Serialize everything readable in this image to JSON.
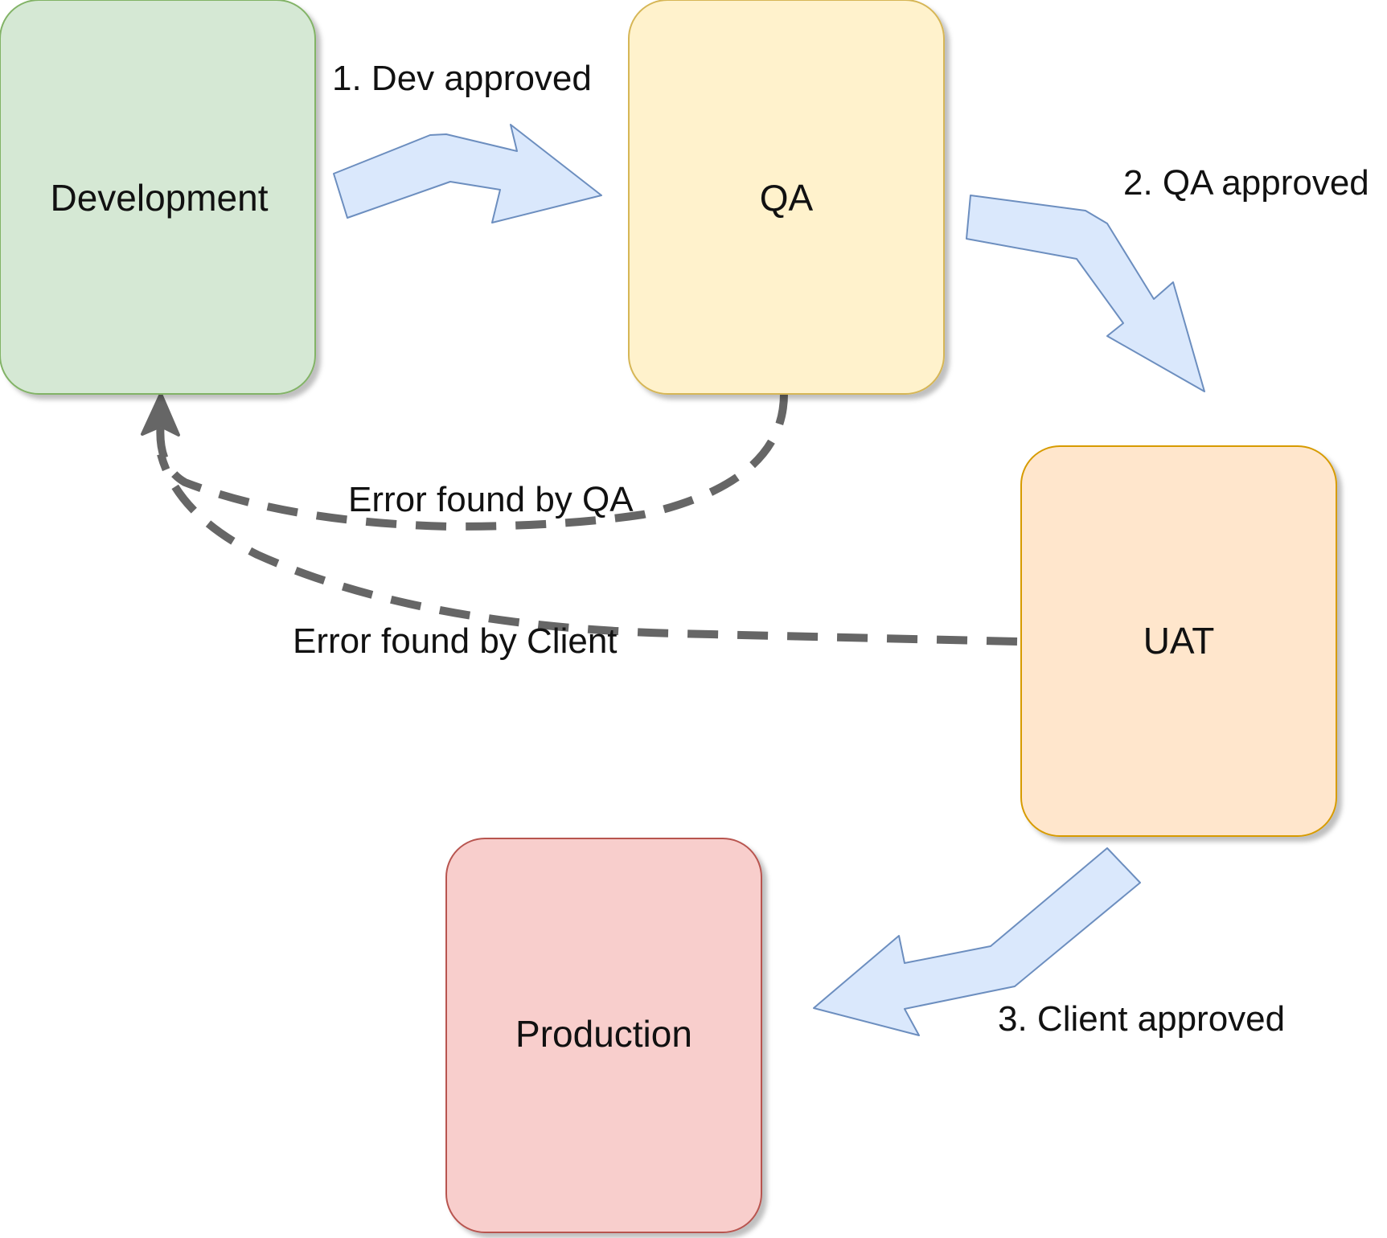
{
  "colors": {
    "development_fill": "#d5e8d4",
    "development_stroke": "#82b366",
    "qa_fill": "#fff2cc",
    "qa_stroke": "#d6b656",
    "uat_fill": "#ffe6cc",
    "uat_stroke": "#d79b00",
    "production_fill": "#f8cecc",
    "production_stroke": "#b85450",
    "arrow_fill": "#dae8fc",
    "arrow_stroke": "#6c8ebf",
    "dashed_edge": "#666666"
  },
  "nodes": {
    "development": "Development",
    "qa": "QA",
    "uat": "UAT",
    "production": "Production"
  },
  "edges": {
    "dev_approved": "1. Dev approved",
    "qa_approved": "2. QA approved",
    "client_approved": "3. Client approved",
    "error_qa": "Error found by QA",
    "error_client": "Error found by Client"
  }
}
